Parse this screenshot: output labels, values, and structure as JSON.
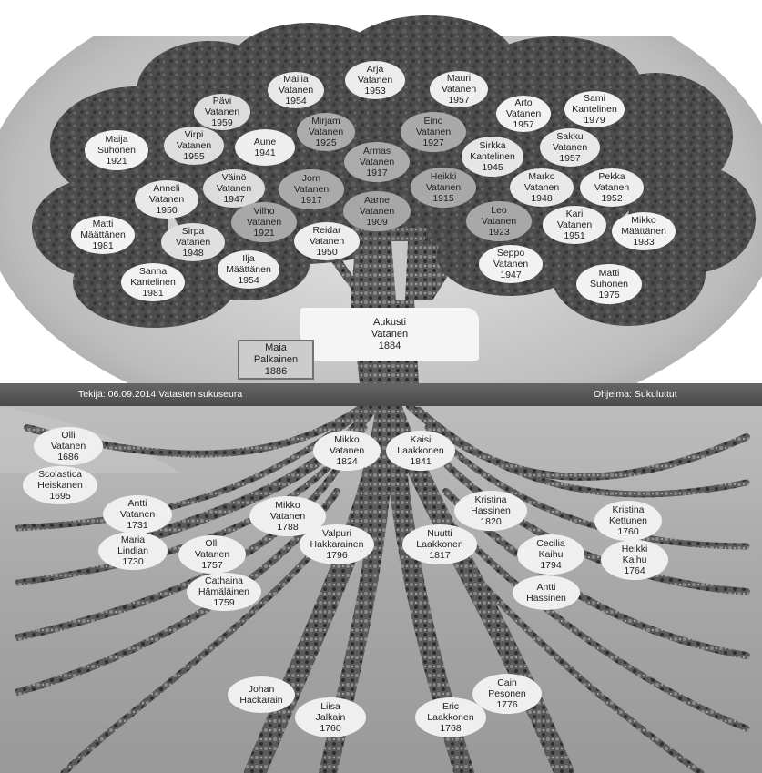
{
  "footer_band": {
    "left_text": "Tekijä: 06.09.2014 Vatasten sukuseura",
    "right_text": "Ohjelma: Sukuluttut"
  },
  "root_person": {
    "name": "Aukusti",
    "surname": "Vatanen",
    "year": "1884"
  },
  "spouse": {
    "name": "Maia",
    "surname": "Palkainen",
    "year": "1886"
  },
  "descendants": [
    {
      "first": "Maija",
      "last": "Suhonen",
      "year": "1921"
    },
    {
      "first": "Pävi",
      "last": "Vatanen",
      "year": "1959"
    },
    {
      "first": "Mailia",
      "last": "Vatanen",
      "year": "1954"
    },
    {
      "first": "Arja",
      "last": "Vatanen",
      "year": "1953"
    },
    {
      "first": "Mauri",
      "last": "Vatanen",
      "year": "1957"
    },
    {
      "first": "Arto",
      "last": "Vatanen",
      "year": "1957"
    },
    {
      "first": "Sami",
      "last": "Kantelinen",
      "year": "1979"
    },
    {
      "first": "Virpi",
      "last": "Vatanen",
      "year": "1955"
    },
    {
      "first": "Aune",
      "last": "",
      "year": "1941"
    },
    {
      "first": "Mirjam",
      "last": "Vatanen",
      "year": "1925"
    },
    {
      "first": "Eino",
      "last": "Vatanen",
      "year": "1927"
    },
    {
      "first": "Sakku",
      "last": "Vatanen",
      "year": "1957"
    },
    {
      "first": "Sirkka",
      "last": "Kantelinen",
      "year": "1945"
    },
    {
      "first": "Armas",
      "last": "Vatanen",
      "year": "1917"
    },
    {
      "first": "Anneli",
      "last": "Vatanen",
      "year": "1950"
    },
    {
      "first": "Väinö",
      "last": "Vatanen",
      "year": "1947"
    },
    {
      "first": "Jorn",
      "last": "Vatanen",
      "year": "1917"
    },
    {
      "first": "Heikki",
      "last": "Vatanen",
      "year": "1915"
    },
    {
      "first": "Marko",
      "last": "Vatanen",
      "year": "1948"
    },
    {
      "first": "Pekka",
      "last": "Vatanen",
      "year": "1952"
    },
    {
      "first": "Matti",
      "last": "Määttänen",
      "year": "1981"
    },
    {
      "first": "Sirpa",
      "last": "Vatanen",
      "year": "1948"
    },
    {
      "first": "Vilho",
      "last": "Vatanen",
      "year": "1921"
    },
    {
      "first": "Aarne",
      "last": "Vatanen",
      "year": "1909"
    },
    {
      "first": "Leo",
      "last": "Vatanen",
      "year": "1923"
    },
    {
      "first": "Kari",
      "last": "Vatanen",
      "year": "1951"
    },
    {
      "first": "Mikko",
      "last": "Määttänen",
      "year": "1983"
    },
    {
      "first": "Reidar",
      "last": "Vatanen",
      "year": "1950"
    },
    {
      "first": "Ilja",
      "last": "Määttänen",
      "year": "1954"
    },
    {
      "first": "Sanna",
      "last": "Kantelinen",
      "year": "1981"
    },
    {
      "first": "Seppo",
      "last": "Vatanen",
      "year": "1947"
    },
    {
      "first": "Matti",
      "last": "Suhonen",
      "year": "1975"
    }
  ],
  "ancestors": [
    {
      "first": "Olli",
      "last": "Vatanen",
      "year": "1686"
    },
    {
      "first": "Scolastica",
      "last": "Heiskanen",
      "year": "1695"
    },
    {
      "first": "Antti",
      "last": "Vatanen",
      "year": "1731"
    },
    {
      "first": "Maria",
      "last": "Lindian",
      "year": "1730"
    },
    {
      "first": "Olli",
      "last": "Vatanen",
      "year": "1757"
    },
    {
      "first": "Cathaina",
      "last": "Hämäläinen",
      "year": "1759"
    },
    {
      "first": "Mikko",
      "last": "Vatanen",
      "year": "1788"
    },
    {
      "first": "Valpuri",
      "last": "Hakkarainen",
      "year": "1796"
    },
    {
      "first": "Mikko",
      "last": "Vatanen",
      "year": "1824"
    },
    {
      "first": "Kaisi",
      "last": "Laakkonen",
      "year": "1841"
    },
    {
      "first": "Kristina",
      "last": "Hassinen",
      "year": "1820"
    },
    {
      "first": "Nuutti",
      "last": "Laakkonen",
      "year": "1817"
    },
    {
      "first": "Cecilia",
      "last": "Kaihu",
      "year": "1794"
    },
    {
      "first": "Antti",
      "last": "Hassinen",
      "year": ""
    },
    {
      "first": "Kristina",
      "last": "Kettunen",
      "year": "1760"
    },
    {
      "first": "Heikki",
      "last": "Kaihu",
      "year": "1764"
    },
    {
      "first": "Johan",
      "last": "Hackarain",
      "year": ""
    },
    {
      "first": "Liisa",
      "last": "Jalkain",
      "year": "1760"
    },
    {
      "first": "Eric",
      "last": "Laakkonen",
      "year": "1768"
    },
    {
      "first": "Cain",
      "last": "Pesonen",
      "year": "1776"
    }
  ]
}
